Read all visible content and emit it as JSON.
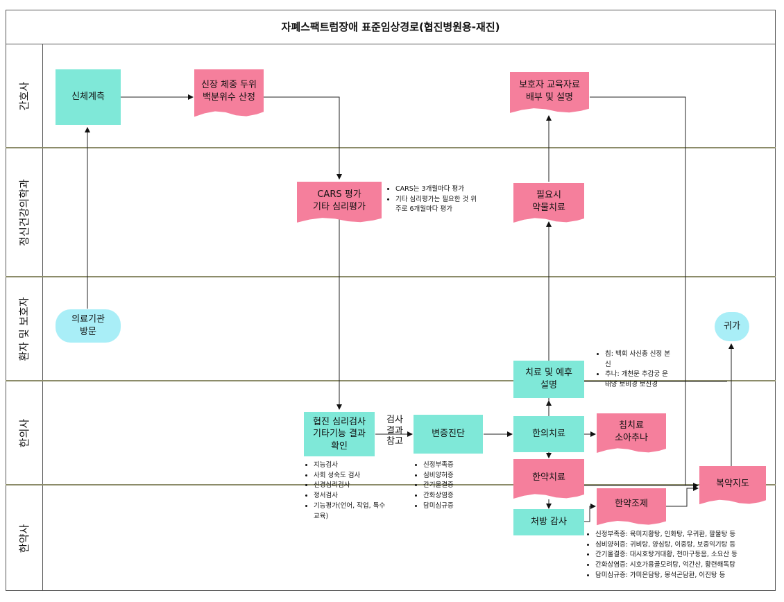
{
  "title": "자폐스팩트럼장애 표준임상경로(협진병원용-재진)",
  "lanes": [
    "간호사",
    "정신건강의학과",
    "환자 및 보호자",
    "한의사",
    "한약사"
  ],
  "nodes": {
    "body_measure": "신체계측",
    "percentile": "신장 체중 두위\n백분위수 산정",
    "guardian_edu": "보호자 교육자료\n배부 및 설명",
    "cars": "CARS 평가\n기타 심리평가",
    "medication": "필요시\n약물치료",
    "visit": "의료기관\n방문",
    "home": "귀가",
    "prognosis": "치료 및 예후\n설명",
    "consult_result": "협진 심리검사\n기타기능 결과\n확인",
    "pattern_dx": "변증진단",
    "km_treatment": "한의치료",
    "acupuncture": "침치료\n소아추나",
    "herbal_treatment": "한약치료",
    "herbal_prep": "한약조제",
    "compliance": "복약지도",
    "rx_audit": "처방 감사"
  },
  "edge_label": "검사\n결과\n참고",
  "notes": {
    "cars": [
      "CARS는 3개월마다 평가",
      "기타 심리평가는 필요한 것 위주로 6개월마다 평가"
    ],
    "acupuncture": [
      "침: 백회 사신총 신정 본신",
      "추나: 개천문 추감궁 운태양 보비경 보신경"
    ],
    "tests": [
      "지능검사",
      "사회 성숙도 검사",
      "신경심리검사",
      "정서검사",
      "기능평가(언어, 작업, 특수교육)"
    ],
    "patterns": [
      "신정부족증",
      "심비양허증",
      "간기울결증",
      "간화상염증",
      "담미심규증"
    ],
    "prescriptions": [
      "신정부족증: 육미지황탕, 인화탕, 우귀환, 팔물탕 등",
      "심비양허증: 귀비탕, 양심탕, 이중탕, 보중익기탕 등",
      "간기울결증: 대시호탕거대황, 천마구등음, 소요산 등",
      "간화상염증: 시호가용골모려탕, 억간산, 황련해독탕",
      "담미심규증: 가미온담탕, 몽석곤담환, 이진탕 등"
    ]
  }
}
